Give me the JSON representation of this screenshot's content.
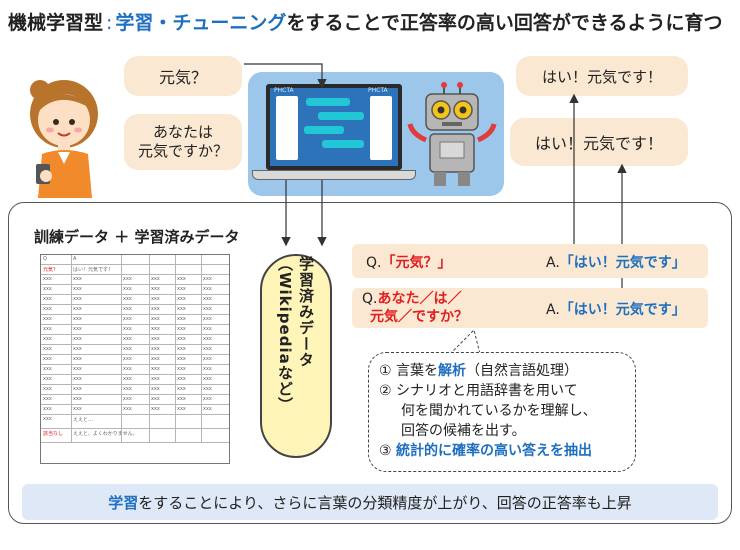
{
  "title": {
    "prefix": "機械学習型",
    "separator": ":",
    "highlight": "学習・チューニング",
    "suffix": "をすることで正答率の高い回答ができるように育つ"
  },
  "user_bubbles": {
    "genki": "元気？",
    "anata_line1": "あなたは",
    "anata_line2": "元気ですか？"
  },
  "robot_bubbles": {
    "top": "はい！元気です！",
    "bottom": "はい！元気です！"
  },
  "laptop_screen": {
    "left_label": "PHCTA",
    "right_label": "PHCTA"
  },
  "training": {
    "label": "訓練データ ＋ 学習済みデータ",
    "table_rows": [
      [
        "Q",
        "A",
        "",
        "",
        "",
        ""
      ],
      [
        "元気？",
        "はい！元気です！",
        "",
        "",
        "",
        ""
      ],
      [
        "xxx",
        "xxx",
        "xxx",
        "xxx",
        "xxx",
        "xxx"
      ],
      [
        "xxx",
        "xxx",
        "xxx",
        "xxx",
        "xxx",
        "xxx"
      ],
      [
        "xxx",
        "xxx",
        "xxx",
        "xxx",
        "xxx",
        "xxx"
      ],
      [
        "xxx",
        "xxx",
        "xxx",
        "xxx",
        "xxx",
        "xxx"
      ],
      [
        "xxx",
        "xxx",
        "xxx",
        "xxx",
        "xxx",
        "xxx"
      ],
      [
        "xxx",
        "xxx",
        "xxx",
        "xxx",
        "xxx",
        "xxx"
      ],
      [
        "xxx",
        "xxx",
        "xxx",
        "xxx",
        "xxx",
        "xxx"
      ],
      [
        "xxx",
        "xxx",
        "xxx",
        "xxx",
        "xxx",
        "xxx"
      ],
      [
        "xxx",
        "xxx",
        "xxx",
        "xxx",
        "xxx",
        "xxx"
      ],
      [
        "xxx",
        "xxx",
        "xxx",
        "xxx",
        "xxx",
        "xxx"
      ],
      [
        "xxx",
        "xxx",
        "xxx",
        "xxx",
        "xxx",
        "xxx"
      ],
      [
        "xxx",
        "xxx",
        "xxx",
        "xxx",
        "xxx",
        "xxx"
      ],
      [
        "xxx",
        "xxx",
        "xxx",
        "xxx",
        "xxx",
        "xxx"
      ],
      [
        "xxx",
        "xxx",
        "xxx",
        "xxx",
        "xxx",
        "xxx"
      ],
      [
        "xxx",
        "ええと…",
        "",
        "",
        "",
        ""
      ],
      [
        "該当なし",
        "ええと、よくわかりません。",
        "",
        "",
        "",
        ""
      ]
    ]
  },
  "wiki": {
    "text": "学習済みデータ（Wikipediaなど）"
  },
  "qa1": {
    "q_prefix": "Q.",
    "q_text": "「元気？」",
    "a_prefix": "A.",
    "a_text": "「はい！元気です」"
  },
  "qa2": {
    "q_prefix": "Q.",
    "q_line1": "あなた／は／",
    "q_line2": "元気／ですか？",
    "a_prefix": "A.",
    "a_text": "「はい！元気です」"
  },
  "notes": {
    "n1_mark": "①",
    "n1_a": "言葉を",
    "n1_b": "解析",
    "n1_c": "（自然言語処理）",
    "n2_mark": "②",
    "n2_l1": "シナリオと用語辞書を用いて",
    "n2_l2": "何を聞かれているかを理解し、",
    "n2_l3": "回答の候補を出す。",
    "n3_mark": "③",
    "n3_text": "統計的に確率の高い答えを抽出"
  },
  "footer": {
    "highlight": "学習",
    "text": "をすることにより、さらに言葉の分類精度が上がり、回答の正答率も上昇"
  },
  "colors": {
    "accent_blue": "#1f6fbf",
    "accent_red": "#e02020",
    "bubble_bg": "#fbe8d2",
    "laptop_bg": "#9cc6ea",
    "wiki_bg": "#fff5b8",
    "footer_bg": "#dfe8f6"
  }
}
